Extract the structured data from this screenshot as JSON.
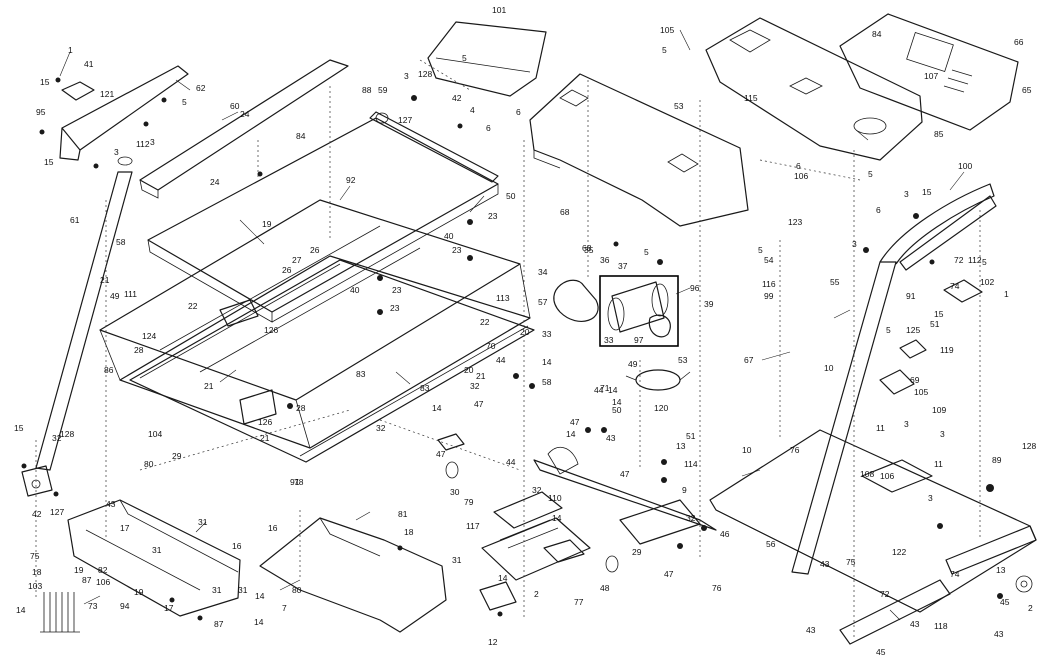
{
  "diagram": {
    "type": "exploded-parts-diagram",
    "labels": [
      {
        "text": "1"
      },
      {
        "text": "41"
      },
      {
        "text": "15"
      },
      {
        "text": "121"
      },
      {
        "text": "62"
      },
      {
        "text": "5"
      },
      {
        "text": "95"
      },
      {
        "text": "112"
      },
      {
        "text": "3"
      },
      {
        "text": "15"
      },
      {
        "text": "3"
      },
      {
        "text": "61"
      },
      {
        "text": "60"
      },
      {
        "text": "24"
      },
      {
        "text": "24"
      },
      {
        "text": "84"
      },
      {
        "text": "101"
      },
      {
        "text": "5"
      },
      {
        "text": "128"
      },
      {
        "text": "3"
      },
      {
        "text": "88"
      },
      {
        "text": "59"
      },
      {
        "text": "42"
      },
      {
        "text": "127"
      },
      {
        "text": "4"
      },
      {
        "text": "6"
      },
      {
        "text": "6"
      },
      {
        "text": "105"
      },
      {
        "text": "66"
      },
      {
        "text": "107"
      },
      {
        "text": "84"
      },
      {
        "text": "65"
      },
      {
        "text": "5"
      },
      {
        "text": "53"
      },
      {
        "text": "115"
      },
      {
        "text": "85"
      },
      {
        "text": "6"
      },
      {
        "text": "106"
      },
      {
        "text": "5"
      },
      {
        "text": "6"
      },
      {
        "text": "100"
      },
      {
        "text": "15"
      },
      {
        "text": "3"
      },
      {
        "text": "92"
      },
      {
        "text": "50"
      },
      {
        "text": "23"
      },
      {
        "text": "58"
      },
      {
        "text": "19"
      },
      {
        "text": "26"
      },
      {
        "text": "27"
      },
      {
        "text": "26"
      },
      {
        "text": "40"
      },
      {
        "text": "23"
      },
      {
        "text": "68"
      },
      {
        "text": "35"
      },
      {
        "text": "36"
      },
      {
        "text": "5"
      },
      {
        "text": "123"
      },
      {
        "text": "54"
      },
      {
        "text": "5"
      },
      {
        "text": "3"
      },
      {
        "text": "55"
      },
      {
        "text": "37"
      },
      {
        "text": "23"
      },
      {
        "text": "34"
      },
      {
        "text": "21"
      },
      {
        "text": "49"
      },
      {
        "text": "111"
      },
      {
        "text": "22"
      },
      {
        "text": "40"
      },
      {
        "text": "23"
      },
      {
        "text": "113"
      },
      {
        "text": "57"
      },
      {
        "text": "96"
      },
      {
        "text": "39"
      },
      {
        "text": "68"
      },
      {
        "text": "116"
      },
      {
        "text": "99"
      },
      {
        "text": "112"
      },
      {
        "text": "91"
      },
      {
        "text": "102"
      },
      {
        "text": "1"
      },
      {
        "text": "74"
      },
      {
        "text": "72"
      },
      {
        "text": "15"
      },
      {
        "text": "5"
      },
      {
        "text": "51"
      },
      {
        "text": "5"
      },
      {
        "text": "125"
      },
      {
        "text": "119"
      },
      {
        "text": "124"
      },
      {
        "text": "28"
      },
      {
        "text": "126"
      },
      {
        "text": "22"
      },
      {
        "text": "20"
      },
      {
        "text": "33"
      },
      {
        "text": "33"
      },
      {
        "text": "97"
      },
      {
        "text": "67"
      },
      {
        "text": "86"
      },
      {
        "text": "21"
      },
      {
        "text": "83"
      },
      {
        "text": "20"
      },
      {
        "text": "49"
      },
      {
        "text": "53"
      },
      {
        "text": "70"
      },
      {
        "text": "14"
      },
      {
        "text": "44"
      },
      {
        "text": "21"
      },
      {
        "text": "83"
      },
      {
        "text": "32"
      },
      {
        "text": "71"
      },
      {
        "text": "58"
      },
      {
        "text": "10"
      },
      {
        "text": "69"
      },
      {
        "text": "28"
      },
      {
        "text": "47"
      },
      {
        "text": "44"
      },
      {
        "text": "14"
      },
      {
        "text": "120"
      },
      {
        "text": "105"
      },
      {
        "text": "109"
      },
      {
        "text": "3"
      },
      {
        "text": "11"
      },
      {
        "text": "3"
      },
      {
        "text": "128"
      },
      {
        "text": "15"
      },
      {
        "text": "126"
      },
      {
        "text": "32"
      },
      {
        "text": "104"
      },
      {
        "text": "21"
      },
      {
        "text": "14"
      },
      {
        "text": "47"
      },
      {
        "text": "50"
      },
      {
        "text": "14"
      },
      {
        "text": "43"
      },
      {
        "text": "51"
      },
      {
        "text": "13"
      },
      {
        "text": "76"
      },
      {
        "text": "10"
      },
      {
        "text": "128"
      },
      {
        "text": "32"
      },
      {
        "text": "91"
      },
      {
        "text": "47"
      },
      {
        "text": "14"
      },
      {
        "text": "44"
      },
      {
        "text": "114"
      },
      {
        "text": "47"
      },
      {
        "text": "9"
      },
      {
        "text": "108"
      },
      {
        "text": "106"
      },
      {
        "text": "11"
      },
      {
        "text": "89"
      },
      {
        "text": "80"
      },
      {
        "text": "29"
      },
      {
        "text": "30"
      },
      {
        "text": "79"
      },
      {
        "text": "110"
      },
      {
        "text": "3"
      },
      {
        "text": "42"
      },
      {
        "text": "127"
      },
      {
        "text": "32"
      },
      {
        "text": "14"
      },
      {
        "text": "78"
      },
      {
        "text": "32"
      },
      {
        "text": "46"
      },
      {
        "text": "43"
      },
      {
        "text": "31"
      },
      {
        "text": "81"
      },
      {
        "text": "16"
      },
      {
        "text": "117"
      },
      {
        "text": "56"
      },
      {
        "text": "75"
      },
      {
        "text": "17"
      },
      {
        "text": "31"
      },
      {
        "text": "16"
      },
      {
        "text": "18"
      },
      {
        "text": "31"
      },
      {
        "text": "18"
      },
      {
        "text": "2"
      },
      {
        "text": "122"
      },
      {
        "text": "74"
      },
      {
        "text": "13"
      },
      {
        "text": "43"
      },
      {
        "text": "82"
      },
      {
        "text": "19"
      },
      {
        "text": "87"
      },
      {
        "text": "31"
      },
      {
        "text": "80"
      },
      {
        "text": "29"
      },
      {
        "text": "48"
      },
      {
        "text": "75"
      },
      {
        "text": "72"
      },
      {
        "text": "103"
      },
      {
        "text": "106"
      },
      {
        "text": "19"
      },
      {
        "text": "31"
      },
      {
        "text": "14"
      },
      {
        "text": "47"
      },
      {
        "text": "77"
      },
      {
        "text": "14"
      },
      {
        "text": "73"
      },
      {
        "text": "94"
      },
      {
        "text": "17"
      },
      {
        "text": "87"
      },
      {
        "text": "7"
      },
      {
        "text": "14"
      },
      {
        "text": "76"
      },
      {
        "text": "43"
      },
      {
        "text": "118"
      },
      {
        "text": "14"
      },
      {
        "text": "12"
      },
      {
        "text": "43"
      },
      {
        "text": "45"
      },
      {
        "text": "43"
      },
      {
        "text": "45"
      },
      {
        "text": "2"
      }
    ]
  }
}
